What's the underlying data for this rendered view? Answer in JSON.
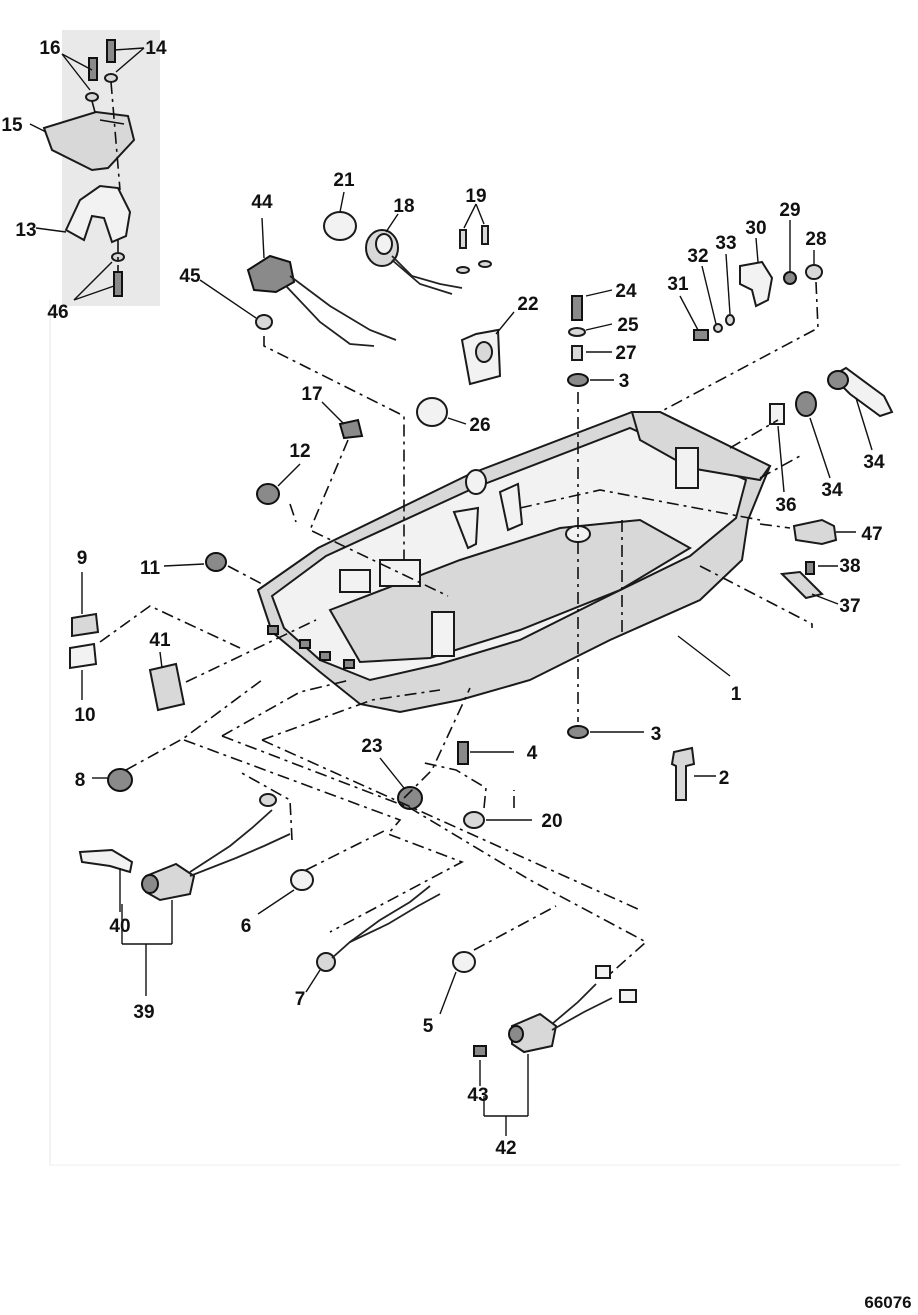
{
  "callouts": {
    "c1": "1",
    "c2": "2",
    "c3a": "3",
    "c3b": "3",
    "c4": "4",
    "c5": "5",
    "c6": "6",
    "c7": "7",
    "c8": "8",
    "c9": "9",
    "c10": "10",
    "c11": "11",
    "c12": "12",
    "c13": "13",
    "c14": "14",
    "c15": "15",
    "c16": "16",
    "c17": "17",
    "c18": "18",
    "c19": "19",
    "c20": "20",
    "c21": "21",
    "c22": "22",
    "c23": "23",
    "c24": "24",
    "c25": "25",
    "c26": "26",
    "c27": "27",
    "c28": "28",
    "c29": "29",
    "c30": "30",
    "c31": "31",
    "c32": "32",
    "c33": "33",
    "c34a": "34",
    "c34b": "34",
    "c36": "36",
    "c37": "37",
    "c38": "38",
    "c39": "39",
    "c40": "40",
    "c41": "41",
    "c42": "42",
    "c43": "43",
    "c44": "44",
    "c45": "45",
    "c46": "46",
    "c47": "47"
  },
  "figure_number": "66076"
}
